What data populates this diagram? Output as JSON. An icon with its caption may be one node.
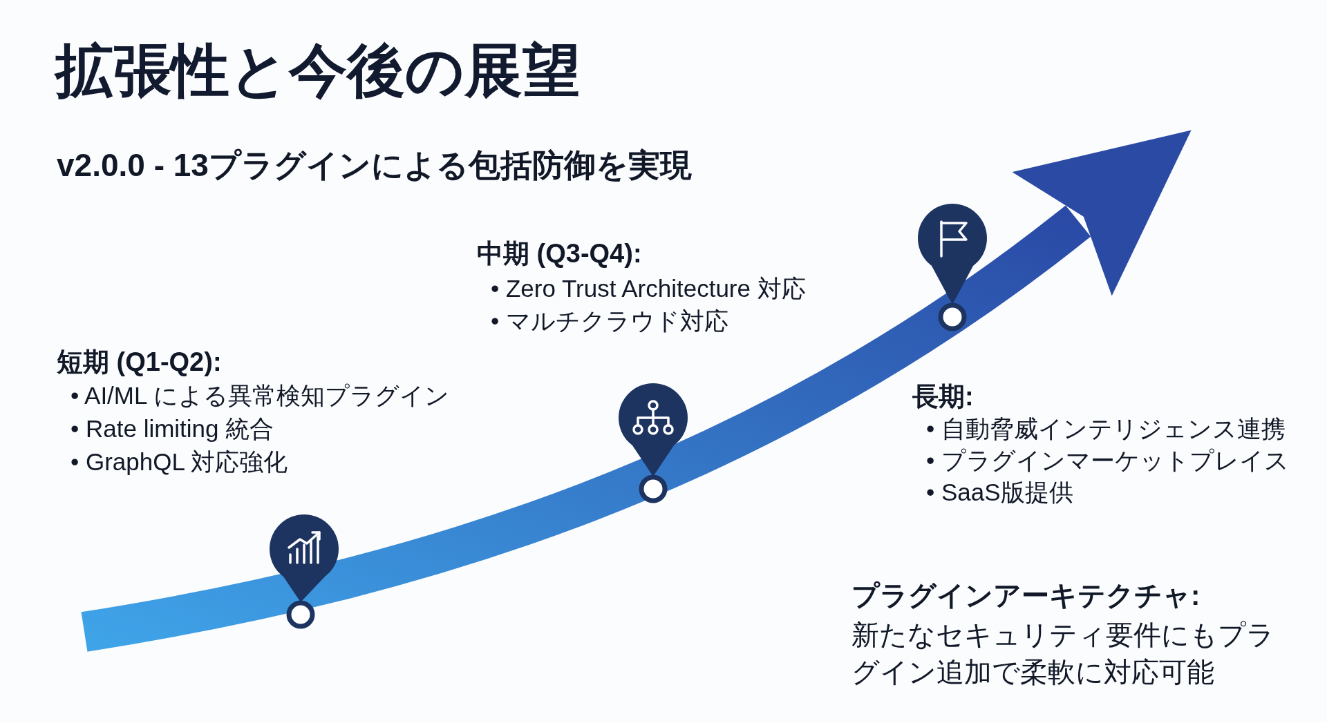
{
  "diagram": {
    "title": "拡張性と今後の展望",
    "labels": [
      "v2.0.0 - 13プラグインによる包括防御を実現",
      "中期 (Q3-Q4):",
      "• Zero Trust Architecture 対応",
      "• マルチクラウド対応",
      "短期 (Q1-Q2):",
      "• AI/ML による異常検知プラグイン",
      "• Rate limiting 統合",
      "• GraphQL 対応強化",
      "長期:",
      "• 自動脅威インテリジェンス連携",
      "• プラグインマーケットプレイス",
      "• SaaS版提供",
      "プラグインアーキテクチャ:",
      "新たなセキュリティ要件にもプラグイン追加で柔軟に対応可能"
    ]
  }
}
